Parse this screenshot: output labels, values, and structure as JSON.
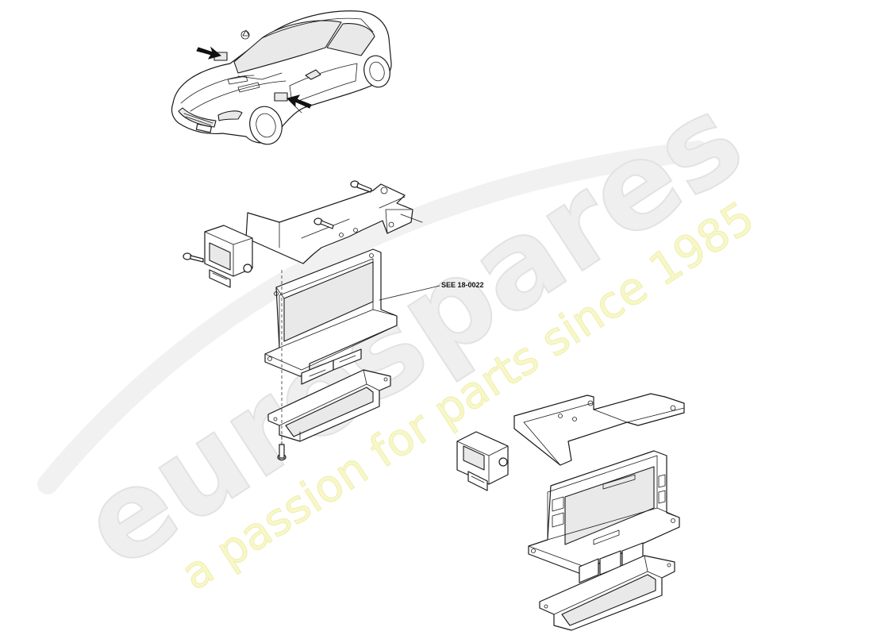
{
  "diagram": {
    "callouts": [
      {
        "id": "see-ref",
        "text": "SEE 18-0022"
      }
    ],
    "parts": [
      "vehicle-location-view",
      "location-arrow-hood",
      "location-arrow-door",
      "upper-mounting-bracket",
      "upper-bolts",
      "small-control-module-left",
      "module-bolt-left",
      "main-ecu-left",
      "ecu-cradle-left",
      "cradle-screw",
      "right-mounting-bracket",
      "small-control-module-right",
      "main-ecu-right",
      "ecu-cradle-right"
    ]
  },
  "watermark": {
    "logo": "eurospares",
    "tagline": "a passion for parts since 1985",
    "logo_color": "#efefef",
    "tagline_color": "#f8f7c8"
  }
}
